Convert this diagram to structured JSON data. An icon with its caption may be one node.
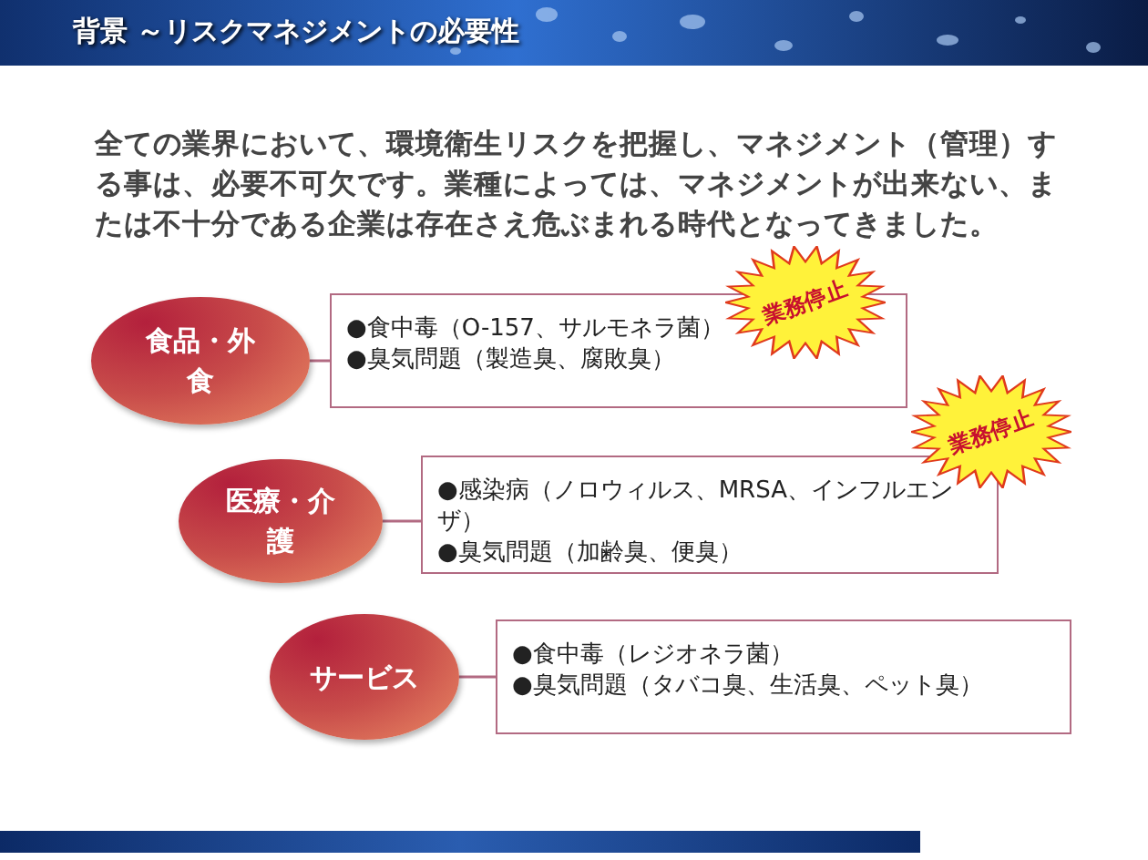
{
  "diagram": {
    "title": "背景 ～リスクマネジメントの必要性",
    "nodes": [
      {
        "text": [
          "食品・外食"
        ]
      },
      {
        "text": [
          "●食中毒（O-157、サルモネラ菌）",
          "●臭気問題（製造臭、腐敗臭）"
        ]
      },
      {
        "text": [
          "業務停止"
        ]
      },
      {
        "text": [
          "医療・介護"
        ]
      },
      {
        "text": [
          "●感染病（ノロウィルス、MRSA、インフルエンザ）",
          "●臭気問題（加齢臭、便臭）"
        ]
      },
      {
        "text": [
          "業務停止"
        ]
      },
      {
        "text": [
          "サービス"
        ]
      },
      {
        "text": [
          "●食中毒（レジオネラ菌）",
          "●臭気問題（タバコ臭、生活臭、ペット臭）"
        ]
      }
    ],
    "edges": [
      {
        "from": 0,
        "to": 1,
        "arrow": "none"
      },
      {
        "from": 3,
        "to": 4,
        "arrow": "none"
      },
      {
        "from": 6,
        "to": 7,
        "arrow": "none"
      }
    ],
    "labels": [
      "全ての業界において、環境衛生リスクを把握し、マネジメント（管理）する事は、必要不可欠です。業種によっては、マネジメントが出来ない、または不十分である企業は存在さえ危ぶまれる時代となってきました。"
    ]
  }
}
